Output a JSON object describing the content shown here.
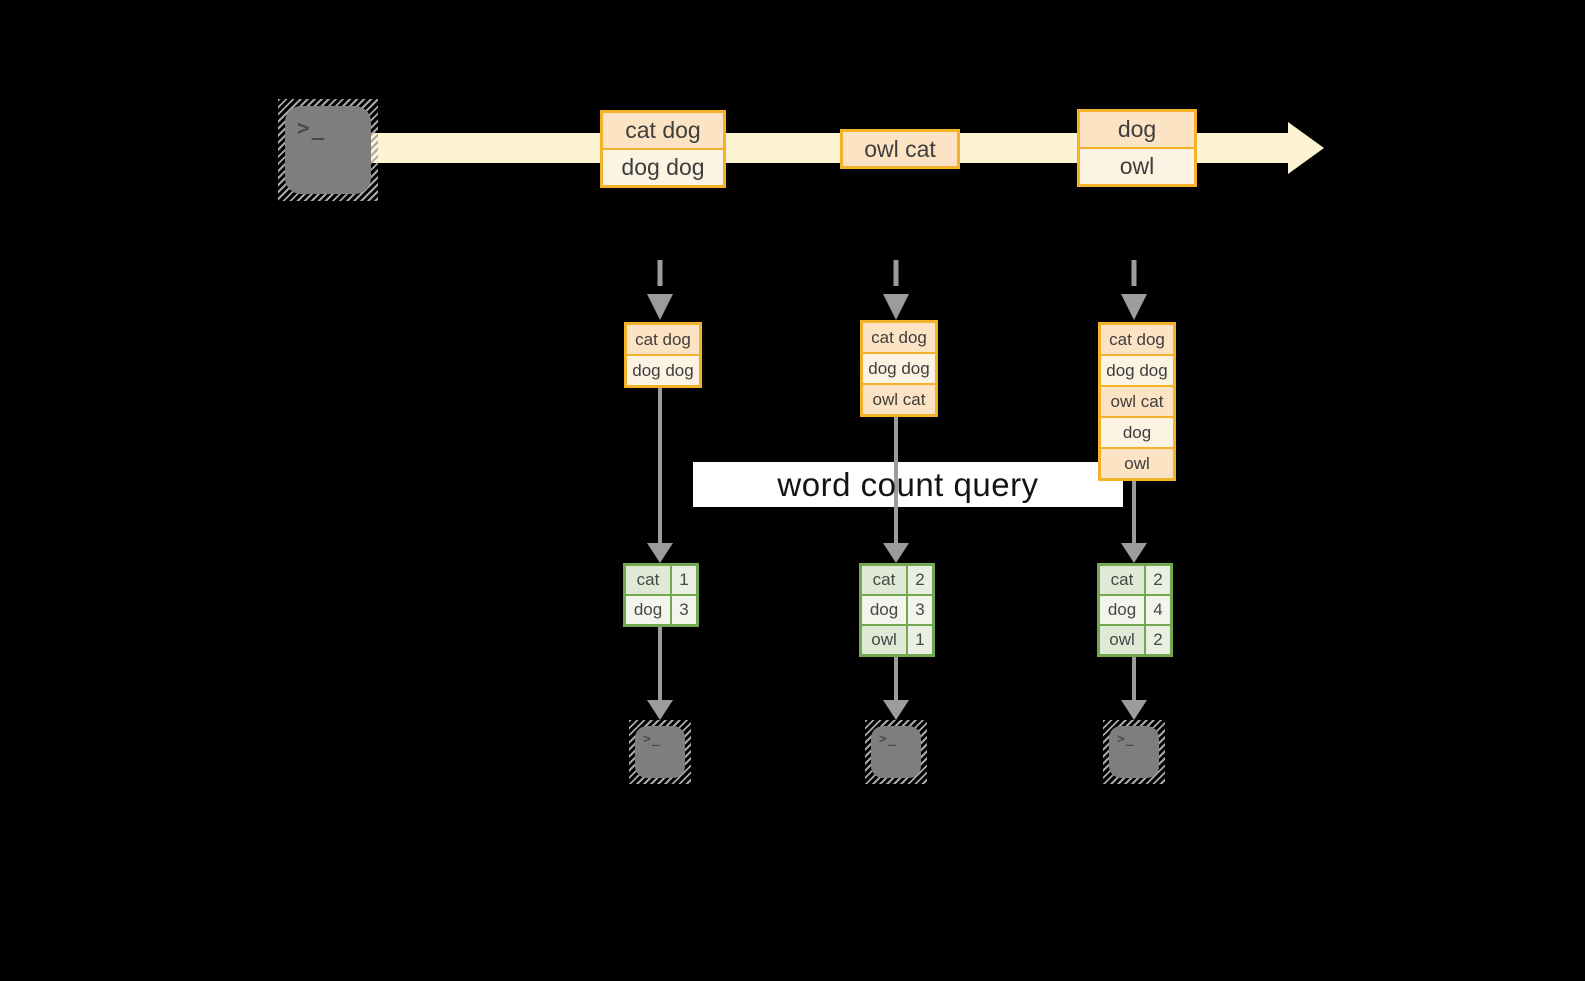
{
  "label": {
    "text": "word count query"
  },
  "stream_boxes": [
    {
      "rows": [
        "cat dog",
        "dog dog"
      ]
    },
    {
      "rows": [
        "owl cat"
      ]
    },
    {
      "rows": [
        "dog",
        "owl"
      ]
    }
  ],
  "buffers": [
    {
      "rows": [
        "cat dog",
        "dog dog"
      ]
    },
    {
      "rows": [
        "cat dog",
        "dog dog",
        "owl cat"
      ]
    },
    {
      "rows": [
        "cat dog",
        "dog dog",
        "owl cat",
        "dog",
        "owl"
      ]
    }
  ],
  "count_tables": [
    {
      "rows": [
        {
          "word": "cat",
          "count": "1"
        },
        {
          "word": "dog",
          "count": "3"
        }
      ]
    },
    {
      "rows": [
        {
          "word": "cat",
          "count": "2"
        },
        {
          "word": "dog",
          "count": "3"
        },
        {
          "word": "owl",
          "count": "1"
        }
      ]
    },
    {
      "rows": [
        {
          "word": "cat",
          "count": "2"
        },
        {
          "word": "dog",
          "count": "4"
        },
        {
          "word": "owl",
          "count": "2"
        }
      ]
    }
  ],
  "icons": {
    "prompt_glyph": ">_"
  },
  "colors": {
    "background": "#000000",
    "stream_band": "#fcf3d3",
    "orange_border": "#f3b229",
    "cell_peach": "#fce3c3",
    "cell_cream": "#fdf3e2",
    "green_border": "#72a850",
    "green_row_dark": "#dfe9d6",
    "green_row_light": "#f1f5ec",
    "arrow_gray": "#9c9c9c",
    "terminal_gray": "#7e7e7e",
    "label_bg": "#ffffff",
    "label_text": "#141414"
  }
}
